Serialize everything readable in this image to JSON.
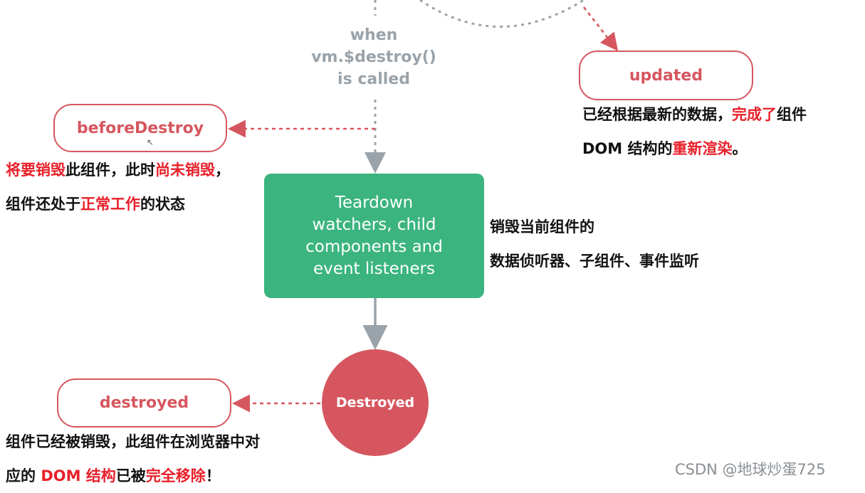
{
  "hooks": {
    "updated": "updated",
    "before_destroy": "beforeDestroy",
    "destroyed": "destroyed"
  },
  "condition": {
    "line1": "when",
    "line2": "vm.$destroy()",
    "line3": "is called"
  },
  "teardown": {
    "line1": "Teardown",
    "line2": "watchers, child",
    "line3": "components and",
    "line4": "event listeners"
  },
  "destroyed_state": "Destroyed",
  "notes": {
    "updated": {
      "l1_a": "已经根据最新的数据，",
      "l1_hl": "完成了",
      "l1_b": "组件",
      "l2_a": "DOM 结构的",
      "l2_hl": "重新渲染",
      "l2_b": "。"
    },
    "before_destroy": {
      "l1_hl1": "将要销毁",
      "l1_a": "此组件，此时",
      "l1_hl2": "尚未销毁",
      "l1_b": "，",
      "l2_a": "组件还处于",
      "l2_hl": "正常工作",
      "l2_b": "的状态"
    },
    "teardown": {
      "l1": "销毁当前组件的",
      "l2": "数据侦听器、子组件、事件监听"
    },
    "destroyed": {
      "l1": "组件已经被销毁，此组件在浏览器中对",
      "l2_a": "应的 ",
      "l2_hl1": "DOM 结构",
      "l2_b": "已被",
      "l2_hl2": "完全移除",
      "l2_c": "！"
    }
  },
  "watermark": "CSDN @地球炒蛋725",
  "colors": {
    "hook_red": "#d6565f",
    "teardown_green": "#3bb47f",
    "highlight_red": "#e8202a",
    "connector_gray": "#9aa3aa"
  }
}
